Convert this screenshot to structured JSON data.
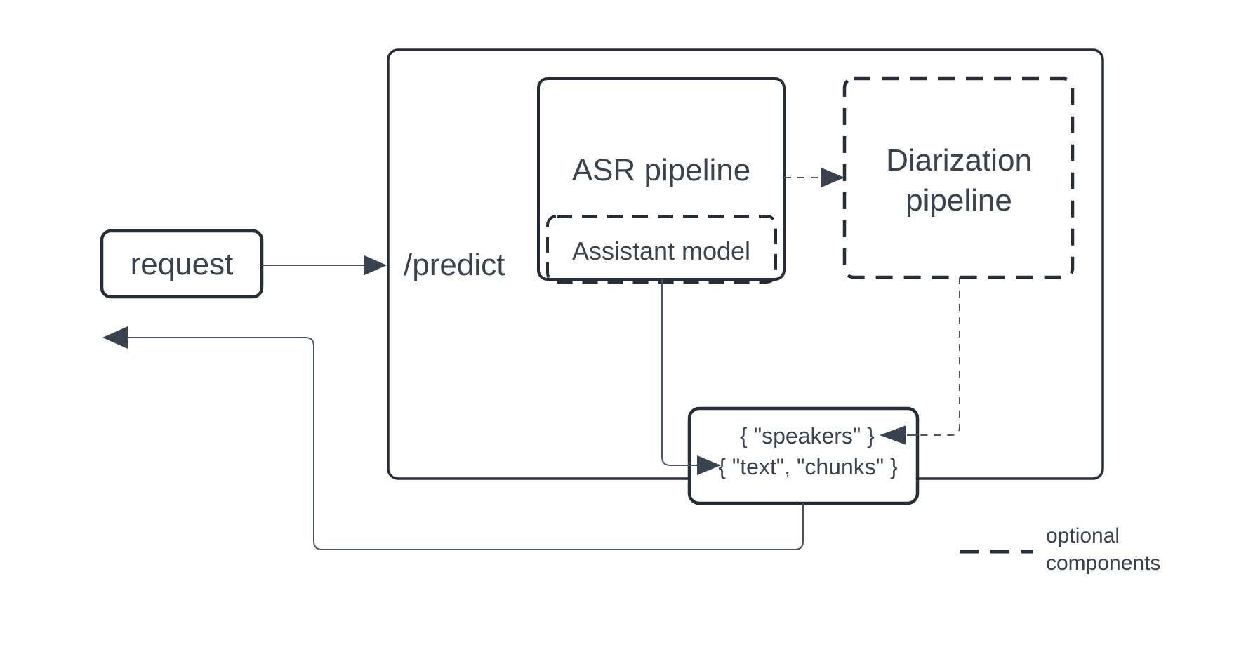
{
  "nodes": {
    "request": "request",
    "predict": "/predict",
    "asr": "ASR pipeline",
    "assistant": "Assistant model",
    "diarization": [
      "Diarization",
      "pipeline"
    ],
    "output": [
      "{ \"speakers\" }",
      "{ \"text\", \"chunks\" }"
    ]
  },
  "legend": {
    "lines": [
      "optional",
      "components"
    ]
  },
  "colors": {
    "stroke": "#262d39",
    "text": "#3a4250",
    "connector": "#4a5462",
    "background": "#ffffff"
  }
}
